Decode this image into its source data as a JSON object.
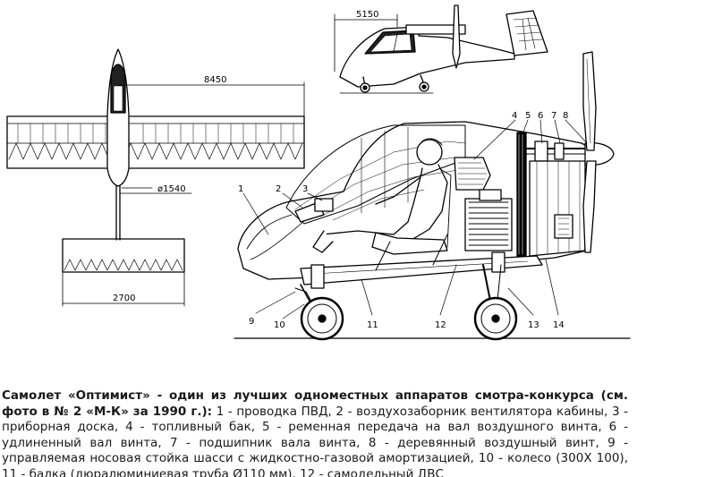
{
  "dimensions": {
    "side_length": "5150",
    "wingspan": "8450",
    "propeller_diameter": "ø1540",
    "tail_span": "2700"
  },
  "callouts": [
    "1",
    "2",
    "3",
    "4",
    "5",
    "6",
    "7",
    "8",
    "9",
    "10",
    "11",
    "12",
    "13",
    "14"
  ],
  "caption": {
    "title": "Самолет «Оптимист» - один из лучших одноместных аппаратов смотра-конкурса (см. фото в № 2 «М-К» за 1990 г.):",
    "body": " 1 - проводка ПВД, 2 - воздухозаборник вентилятора кабины, 3 - приборная доска, 4 - топливный бак, 5 - ременная передача на вал воздушного винта, 6 - удлиненный вал винта, 7 - подшипник вала винта, 8 - деревянный воздушный винт, 9 - управляемая носовая стойка шасси с жидкостно-газовой амортизацией, 10 - колесо (300Х 100), 11 - балка (дюралюминиевая труба Ø110 мм), 12 - самодельный ДВС"
  }
}
